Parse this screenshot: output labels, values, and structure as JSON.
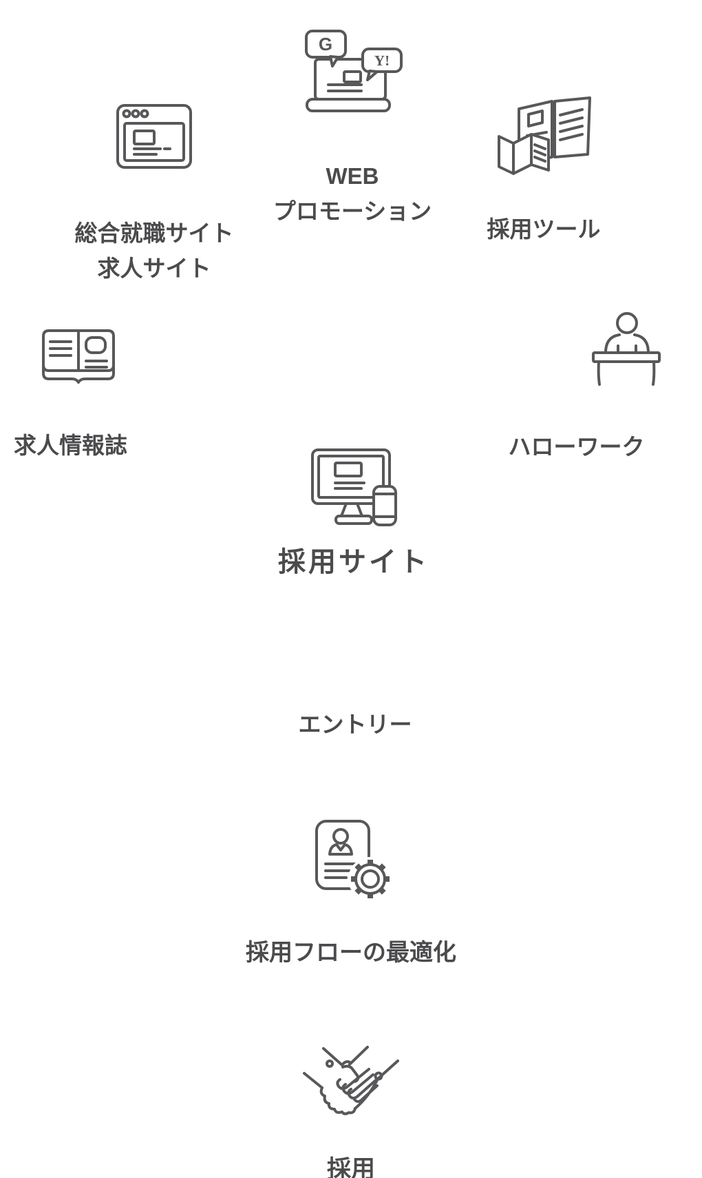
{
  "page": {
    "background": "#ffffff",
    "text_color": "#4b4b4d",
    "icon_color": "#58585a"
  },
  "nodes": {
    "web_promotion": {
      "line1": "WEB",
      "line2": "プロモーション",
      "icon": "laptop-search-bubbles-icon",
      "bubbles": {
        "google": "G",
        "yahoo": "Y!"
      }
    },
    "job_sites": {
      "line1": "総合就職サイト",
      "line2": "求人サイト",
      "icon": "browser-window-icon"
    },
    "recruit_tools": {
      "label": "採用ツール",
      "icon": "brochures-icon"
    },
    "job_magazine": {
      "label": "求人情報誌",
      "icon": "open-book-icon"
    },
    "hello_work": {
      "label": "ハローワーク",
      "icon": "reception-desk-icon"
    },
    "recruit_site": {
      "label": "採用サイト",
      "icon": "monitor-smartphone-icon"
    },
    "entry": {
      "label": "エントリー"
    },
    "flow_optimization": {
      "label": "採用フローの最適化",
      "icon": "resume-gear-icon"
    },
    "recruit": {
      "label": "採用",
      "icon": "handshake-icon"
    }
  }
}
